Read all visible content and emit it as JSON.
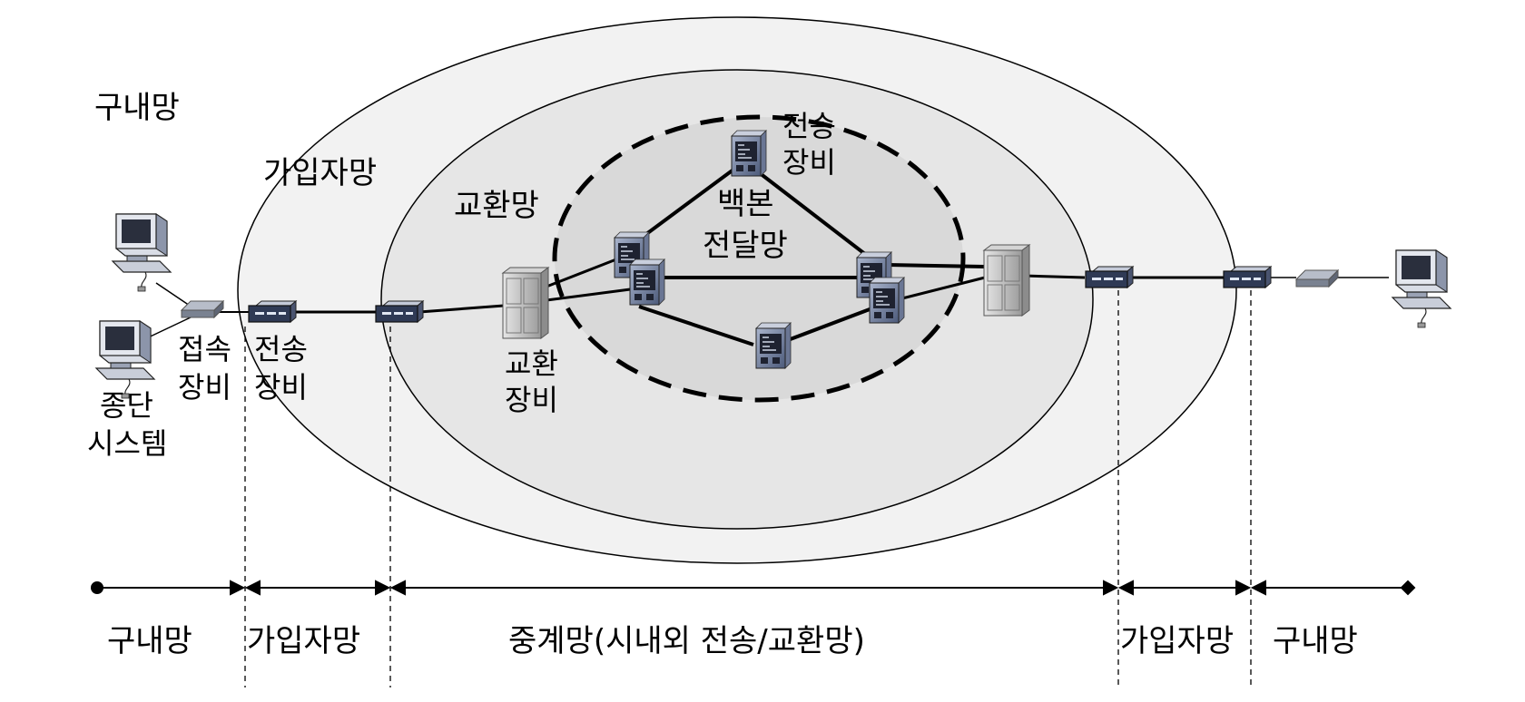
{
  "labels": {
    "premises_network": "구내망",
    "subscriber_network": "가입자망",
    "switching_network": "교환망",
    "backbone_line1": "백본",
    "backbone_line2": "전달망",
    "transmission_equipment_top_line1": "전송",
    "transmission_equipment_top_line2": "장비",
    "switching_equipment_line1": "교환",
    "switching_equipment_line2": "장비",
    "access_equipment_line1": "접속",
    "access_equipment_line2": "장비",
    "transmission_equipment_left_line1": "전송",
    "transmission_equipment_left_line2": "장비",
    "terminal_system_line1": "종단",
    "terminal_system_line2": "시스템"
  },
  "segments": [
    "구내망",
    "가입자망",
    "중계망(시내외 전송/교환망)",
    "가입자망",
    "구내망"
  ],
  "icons": {
    "terminal": "computer-terminal-icon",
    "access": "access-device-icon",
    "transmission": "transmission-device-icon",
    "switch": "switching-equipment-icon",
    "router": "backbone-router-icon"
  },
  "colors": {
    "outer_ellipse_fill": "#f2f2f2",
    "inner_ellipse_fill": "#e6e6e6",
    "line": "#000000",
    "device_metal": "#5b6b8c"
  }
}
